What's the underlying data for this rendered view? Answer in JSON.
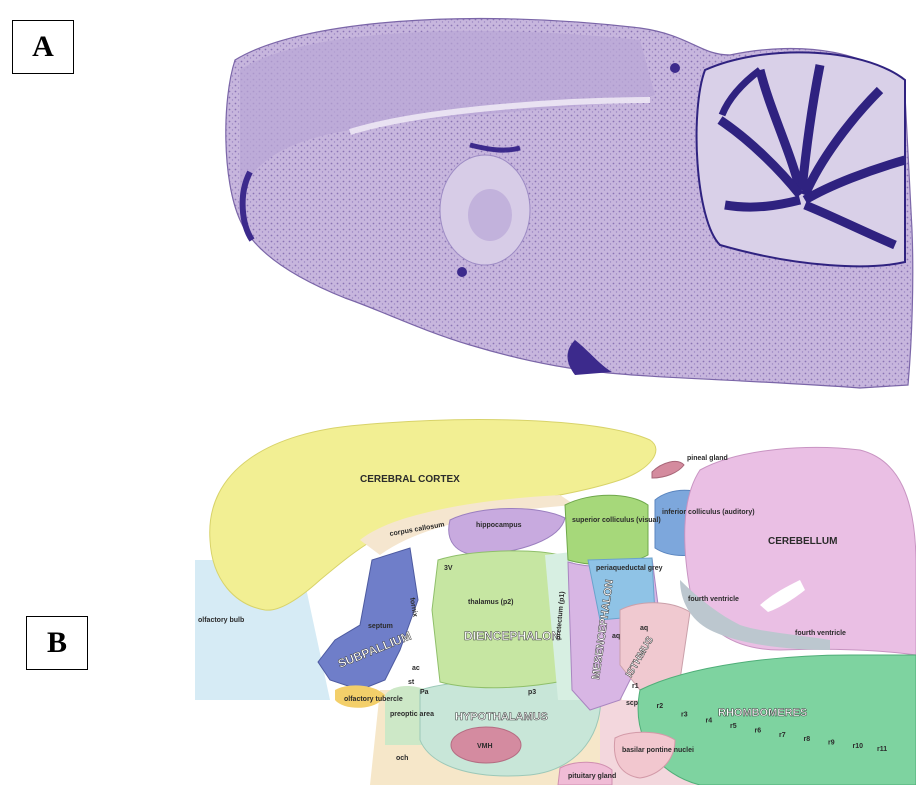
{
  "panels": {
    "a": "A",
    "b": "B"
  },
  "regions": {
    "cerebral_cortex": "CEREBRAL CORTEX",
    "cerebellum": "CEREBELLUM",
    "diencephalon": "DIENCEPHALON",
    "mesencephalon": "MESENCEPHALON",
    "subpallium": "SUBPALLIUM",
    "hypothalamus": "HYPOTHALAMUS",
    "rhombomeres": "RHOMBOMERES",
    "isthmus": "ISTHMUS"
  },
  "small_labels": {
    "pineal_gland": "pineal gland",
    "inferior_colliculus": "inferior colliculus (auditory)",
    "superior_colliculus": "superior colliculus (visual)",
    "hippocampus": "hippocampus",
    "corpus_callosum": "corpus callosum",
    "periaqueductal_grey": "periaqueductal grey",
    "fourth_ventricle_1": "fourth ventricle",
    "fourth_ventricle_2": "fourth ventricle",
    "olfactory_bulb": "olfactory bulb",
    "septum": "septum",
    "fornix": "fornix",
    "thalamus": "thalamus (p2)",
    "pretectum": "pretectum (p1)",
    "third_ventricle": "3V",
    "aq": "aq",
    "aq_2": "aq",
    "preoptic_area": "preoptic area",
    "olfactory_tubercle": "olfactory tubercle",
    "ac": "ac",
    "st": "st",
    "pa": "Pa",
    "p3": "p3",
    "scp": "scp",
    "vmh": "VMH",
    "och": "och",
    "basilar_pontine_nuclei": "basilar pontine nuclei",
    "pituitary_gland": "pituitary gland"
  },
  "rhombomere_labels": [
    "r1",
    "r2",
    "r3",
    "r4",
    "r5",
    "r6",
    "r7",
    "r8",
    "r9",
    "r10",
    "r11"
  ]
}
